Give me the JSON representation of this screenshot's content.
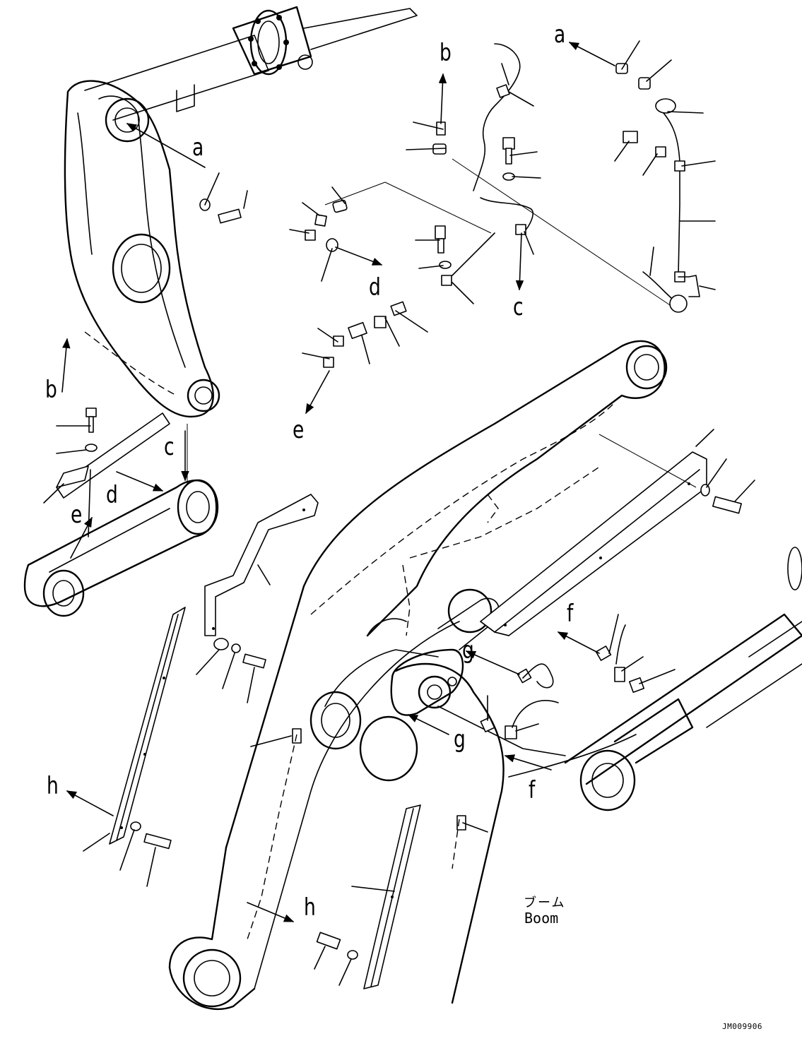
{
  "diagram": {
    "callouts": {
      "a1": "a",
      "a2": "a",
      "b1": "b",
      "b2": "b",
      "c1": "c",
      "c2": "c",
      "d1": "d",
      "d2": "d",
      "e1": "e",
      "e2": "e",
      "f1": "f",
      "f2": "f",
      "g1": "g",
      "g2": "g",
      "h1": "h",
      "h2": "h"
    },
    "caption_jp": "ブーム",
    "caption_en": "Boom",
    "drawing_ref": "JM009906"
  }
}
